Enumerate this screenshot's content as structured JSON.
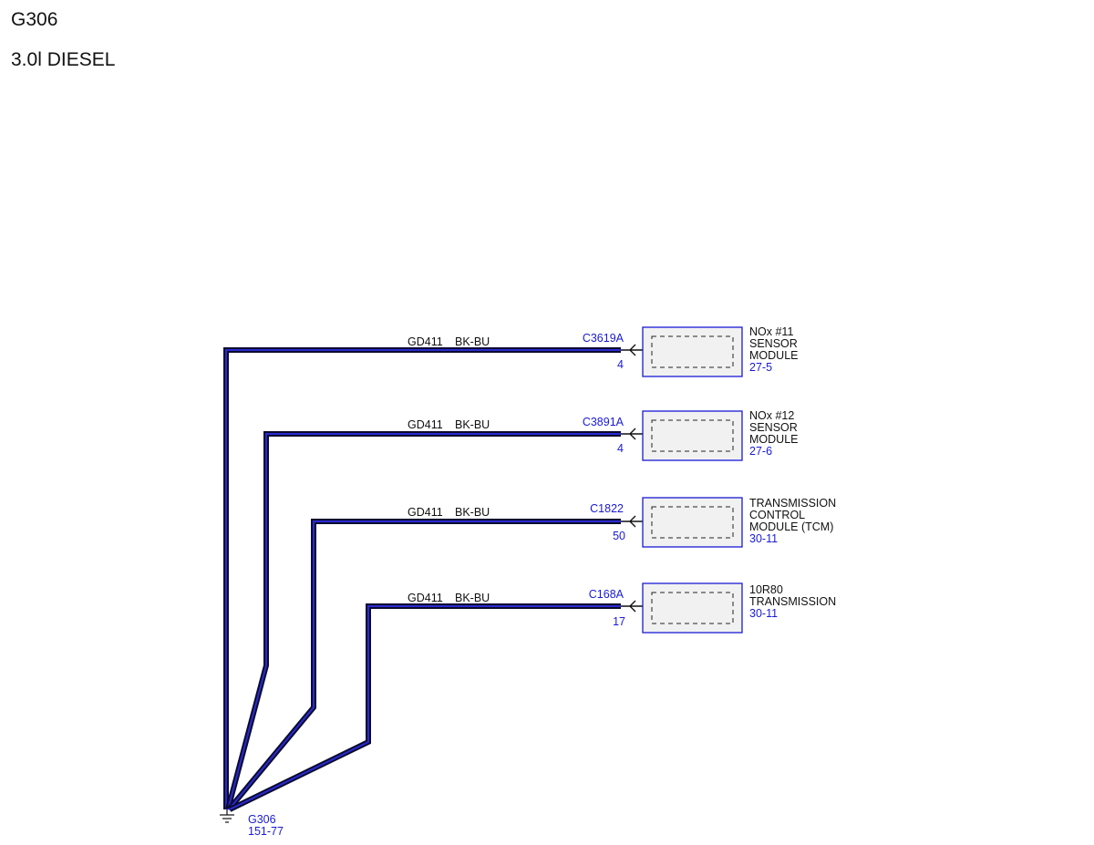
{
  "header": {
    "title": "G306",
    "subtitle": "3.0l DIESEL"
  },
  "colors": {
    "wire_outer": "#0b0b2e",
    "wire_inner": "#2a2ad0",
    "reference_text": "#1a1ad6",
    "module_border": "#1a1ad6",
    "module_fill": "#f1f1f1"
  },
  "ground": {
    "name": "G306",
    "ref": "151-77",
    "icon": "ground-symbol-icon"
  },
  "circuits": [
    {
      "circuit": "GD411",
      "color_code": "BK-BU",
      "connector": "C3619A",
      "pin": "4",
      "module_lines": [
        "NOx #11",
        "SENSOR",
        "MODULE"
      ],
      "module_ref": "27-5"
    },
    {
      "circuit": "GD411",
      "color_code": "BK-BU",
      "connector": "C3891A",
      "pin": "4",
      "module_lines": [
        "NOx #12",
        "SENSOR",
        "MODULE"
      ],
      "module_ref": "27-6"
    },
    {
      "circuit": "GD411",
      "color_code": "BK-BU",
      "connector": "C1822",
      "pin": "50",
      "module_lines": [
        "TRANSMISSION",
        "CONTROL",
        "MODULE (TCM)"
      ],
      "module_ref": "30-11"
    },
    {
      "circuit": "GD411",
      "color_code": "BK-BU",
      "connector": "C168A",
      "pin": "17",
      "module_lines": [
        "10R80",
        "TRANSMISSION"
      ],
      "module_ref": "30-11"
    }
  ]
}
